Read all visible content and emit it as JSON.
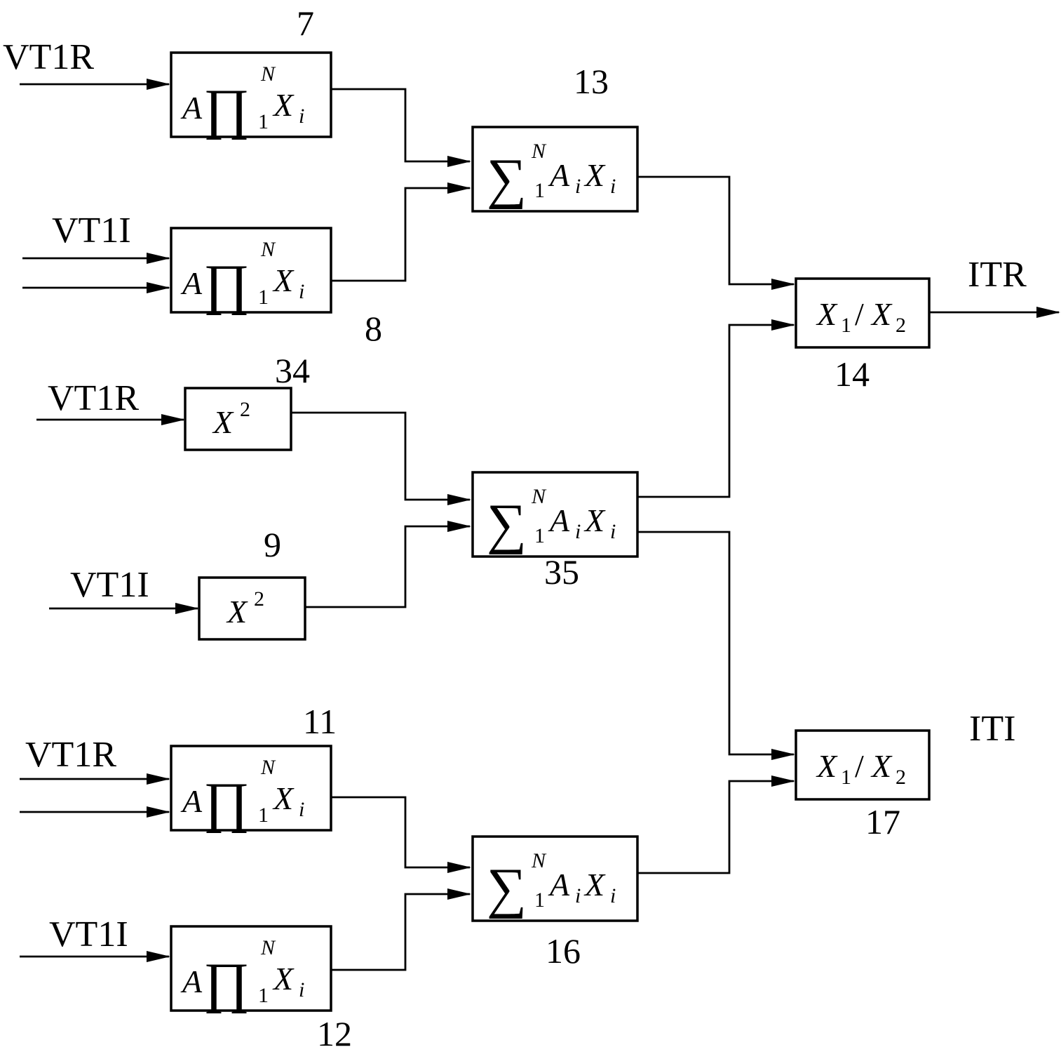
{
  "inputs": {
    "vt1r": "VT1R",
    "vt1i": "VT1I"
  },
  "outputs": {
    "itr": "ITR",
    "iti": "ITI"
  },
  "block_numbers": {
    "b7": "7",
    "b8": "8",
    "b9": "9",
    "b11": "11",
    "b12": "12",
    "b13": "13",
    "b14": "14",
    "b16": "16",
    "b17": "17",
    "b34": "34",
    "b35": "35"
  },
  "formulas": {
    "product": {
      "coef": "A",
      "op": "∏",
      "upper": "N",
      "lower": "1",
      "var": "X",
      "idx": "i"
    },
    "sum": {
      "op": "∑",
      "upper": "N",
      "lower": "1",
      "coef": "A",
      "coef_idx": "i",
      "var": "X",
      "idx": "i"
    },
    "square": {
      "var": "X",
      "exp": "2"
    },
    "divide": {
      "num": "X",
      "num_idx": "1",
      "slash": "/",
      "den": "X",
      "den_idx": "2"
    }
  }
}
